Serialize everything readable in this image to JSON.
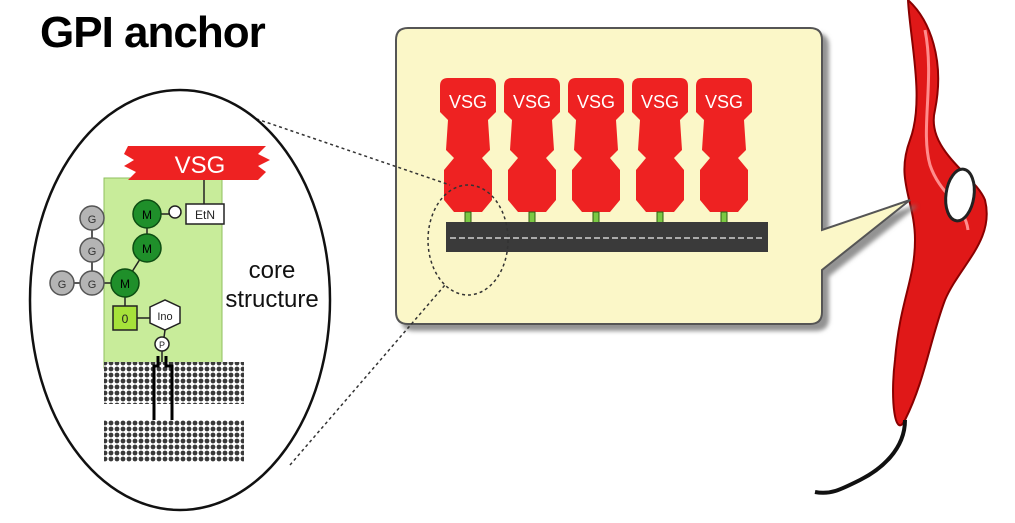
{
  "title": "GPI anchor",
  "protein_label": "VSG",
  "core_label_line1": "core",
  "core_label_line2": "structure",
  "callout": {
    "vsg_labels": [
      "VSG",
      "VSG",
      "VSG",
      "VSG",
      "VSG"
    ]
  },
  "glycan": {
    "mannose_label": "M",
    "galactose_label": "G",
    "etn_label": "EtN",
    "glcn_label": "0",
    "inositol_label": "Ino",
    "phosphate_label": "P"
  },
  "colors": {
    "vsg_red": "#ee2222",
    "panel_fill": "#fbf7c8",
    "core_fill": "#c8ec9a",
    "mannose_green": "#1f8f2a",
    "galactose_gray": "#b4b4b4",
    "membrane_dark": "#333333",
    "parasite_red": "#dd1111"
  }
}
